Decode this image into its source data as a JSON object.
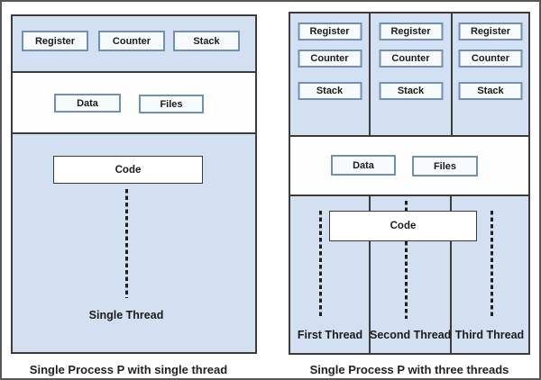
{
  "diagram_left": {
    "caption": "Single Process P with single thread",
    "boxes": [
      "Register",
      "Counter",
      "Stack"
    ],
    "data_label": "Data",
    "files_label": "Files",
    "code_label": "Code",
    "thread_label": "Single Thread"
  },
  "diagram_right": {
    "caption": "Single Process P with three threads",
    "columns": [
      {
        "boxes": [
          "Register",
          "Counter",
          "Stack"
        ],
        "thread_label": "First Thread"
      },
      {
        "boxes": [
          "Register",
          "Counter",
          "Stack"
        ],
        "thread_label": "Second Thread"
      },
      {
        "boxes": [
          "Register",
          "Counter",
          "Stack"
        ],
        "thread_label": "Third Thread"
      }
    ],
    "data_label": "Data",
    "files_label": "Files",
    "code_label": "Code"
  },
  "colors": {
    "process_fill": "#d3e0f1",
    "box_fill": "#f8fbfe",
    "box_border": "#7191b4",
    "line_dark": "#3c3c3c",
    "text": "#1b1b1b"
  }
}
